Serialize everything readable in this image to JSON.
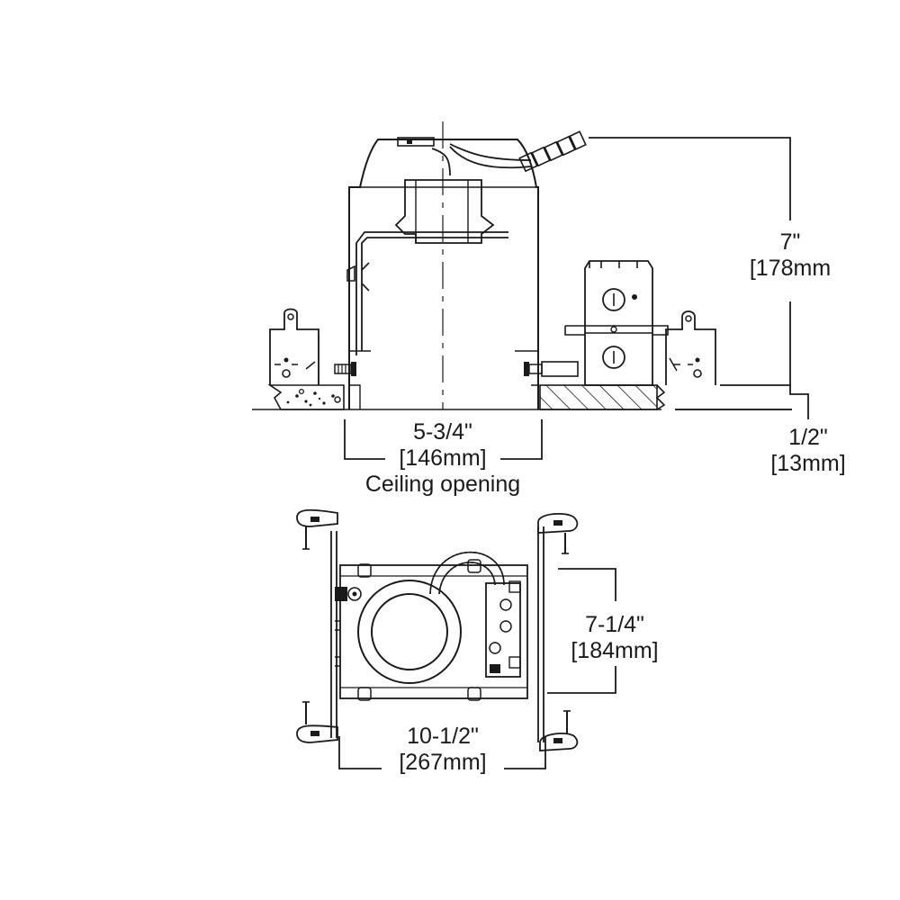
{
  "dimensions": {
    "height": {
      "imperial": "7\"",
      "metric": "[178mm"
    },
    "trim": {
      "imperial": "1/2\"",
      "metric": "[13mm]"
    },
    "ceiling_opening": {
      "imperial": "5-3/4\"",
      "metric": "[146mm]",
      "label": "Ceiling opening"
    },
    "plan_width": {
      "imperial": "7-1/4\"",
      "metric": "[184mm]"
    },
    "plan_length": {
      "imperial": "10-1/2\"",
      "metric": "[267mm]"
    }
  }
}
